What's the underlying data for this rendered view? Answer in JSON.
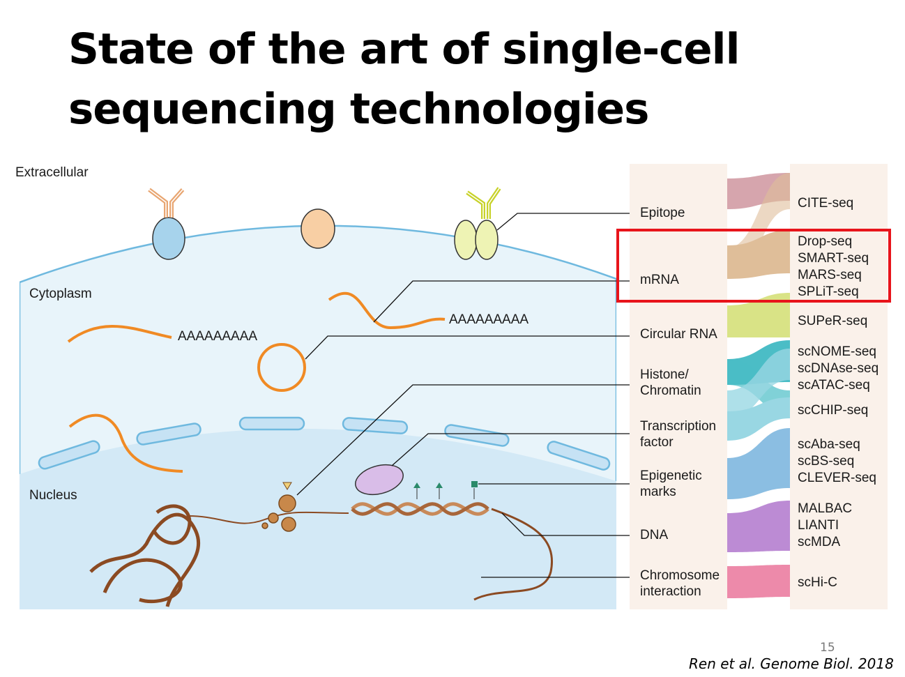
{
  "title": {
    "line1": "State of the art of single-cell",
    "line2": "sequencing technologies"
  },
  "compartments": {
    "extracellular": "Extracellular",
    "cytoplasm": "Cytoplasm",
    "nucleus": "Nucleus"
  },
  "polya": {
    "left": "AAAAAAAAA",
    "right": "AAAAAAAAA"
  },
  "molecules": [
    {
      "label": "Epitope"
    },
    {
      "label": "mRNA"
    },
    {
      "label": "Circular RNA"
    },
    {
      "label": "Histone/\nChromatin"
    },
    {
      "label": "Transcription\nfactor"
    },
    {
      "label": "Epigenetic\nmarks"
    },
    {
      "label": "DNA"
    },
    {
      "label": "Chromosome\ninteraction"
    }
  ],
  "technologies": {
    "cite": [
      "CITE-seq"
    ],
    "mrna": [
      "Drop-seq",
      "SMART-seq",
      "MARS-seq",
      "SPLiT-seq"
    ],
    "super": [
      "SUPeR-seq"
    ],
    "chromatin": [
      "scNOME-seq",
      "scDNAse-seq",
      "scATAC-seq"
    ],
    "chip": [
      "scCHIP-seq"
    ],
    "epigenetic": [
      "scAba-seq",
      "scBS-seq",
      "CLEVER-seq"
    ],
    "dna": [
      "MALBAC",
      "LIANTI",
      "scMDA"
    ],
    "hic": [
      "scHi-C"
    ]
  },
  "colors": {
    "epitope_band": "#c98a94",
    "mrna_band": "#dcb78f",
    "circrna_band": "#d5e07a",
    "chromatin_band": "#38b6c0",
    "tf_band": "#8fd3e0",
    "epigenetic_band": "#7fb7df",
    "dna_band": "#b57fd0",
    "hic_band": "#ec7ea1",
    "highlight": "#e8141b",
    "rna": "#f08a24",
    "dna": "#8b4a22"
  },
  "page_number": "15",
  "citation": "Ren et al. Genome Biol. 2018"
}
